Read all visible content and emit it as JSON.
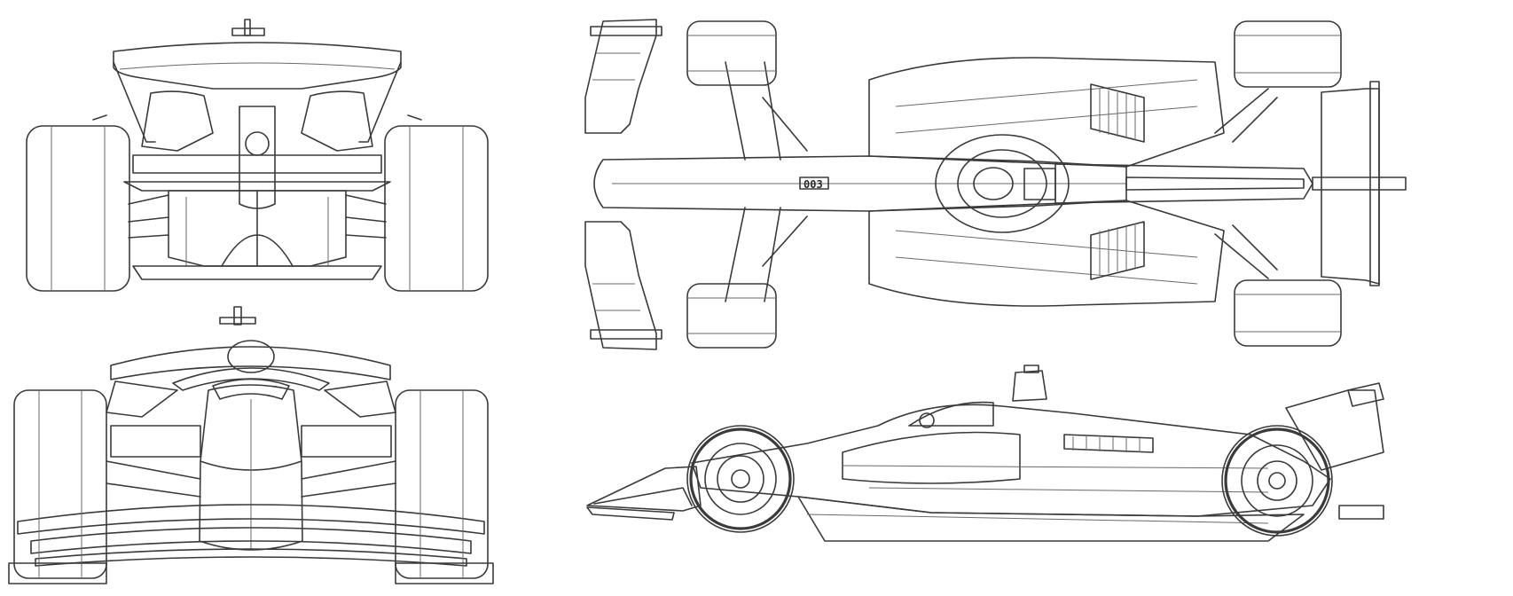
{
  "drawing": {
    "views": [
      "rear",
      "front",
      "top",
      "side"
    ],
    "car_number_label": "003",
    "colors": {
      "background": "#ffffff",
      "line": "#3a3a3a",
      "shade_light": "#e9e9e9",
      "shade_dark": "#6b6b6b"
    }
  }
}
